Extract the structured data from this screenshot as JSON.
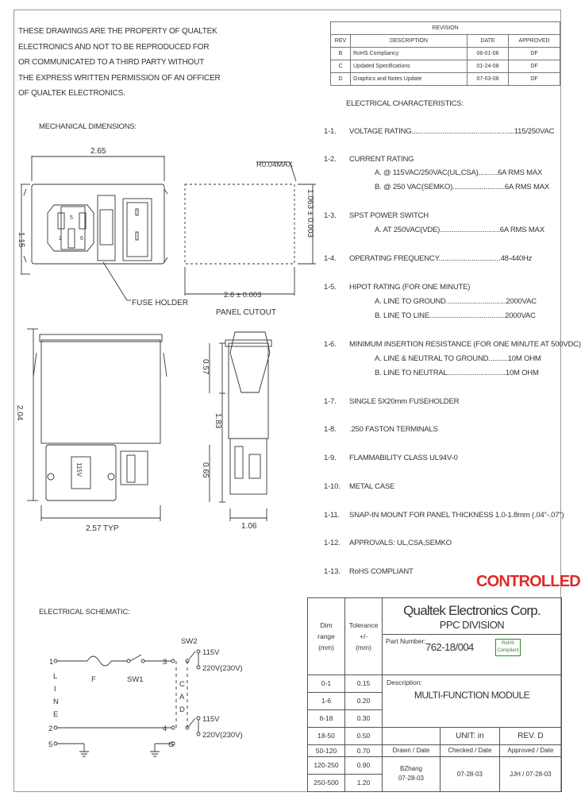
{
  "notice": [
    "THESE DRAWINGS ARE THE PROPERTY OF QUALTEK",
    "ELECTRONICS AND NOT TO BE REPRODUCED FOR",
    "OR COMMUNICATED TO A THIRD PARTY WITHOUT",
    "THE EXPRESS WRITTEN PERMISSION OF AN OFFICER",
    "OF QUALTEK ELECTRONICS."
  ],
  "revision": {
    "title": "REVISION",
    "headers": [
      "REV",
      "DESCRIPTION",
      "DATE",
      "APPROVED"
    ],
    "rows": [
      [
        "B",
        "RoHS Compliancy",
        "06-01-06",
        "DF"
      ],
      [
        "C",
        "Updated Specifications",
        "01-24-08",
        "DF"
      ],
      [
        "D",
        "Graphics and Notes Update",
        "07-03-08",
        "DF"
      ]
    ]
  },
  "mech_title": "MECHANICAL DIMENSIONS:",
  "dims": {
    "w265": "2.65",
    "h115": "1.15",
    "r004": "R0.04MAX",
    "h063": "1.063 ± 0.003",
    "w26": "2.6 ± 0.003",
    "panel_cutout": "PANEL CUTOUT",
    "fuse_holder": "FUSE HOLDER",
    "h204": "2.04",
    "w257": "2.57 TYP",
    "h057": "0.57",
    "h183": "1.83",
    "h065": "0.65",
    "w106": "1.06",
    "v115": "115V",
    "pin2": "2",
    "pin5": "5",
    "pin6": "6"
  },
  "elec_title": "ELECTRICAL CHARACTERISTICS:",
  "specs": [
    {
      "num": "1-1.",
      "lines": [
        "VOLTAGE RATING.....................................................115/250VAC"
      ]
    },
    {
      "num": "1-2.",
      "lines": [
        "CURRENT RATING",
        "A. @ 115VAC/250VAC(UL,CSA)..........6A RMS MAX",
        "B. @ 250 VAC(SEMKO)...........................6A RMS MAX"
      ]
    },
    {
      "num": "1-3.",
      "lines": [
        "SPST POWER SWITCH",
        "A. AT 250VAC(VDE)...............................6A RMS MAX"
      ]
    },
    {
      "num": "1-4.",
      "lines": [
        "OPERATING FREQUENCY................................48-440Hz"
      ]
    },
    {
      "num": "1-5.",
      "lines": [
        "HIPOT RATING (FOR ONE MINUTE)",
        "A. LINE TO GROUND...............................2000VAC",
        "B. LINE TO LINE.......................................2000VAC"
      ]
    },
    {
      "num": "1-6.",
      "lines": [
        "MINIMUM INSERTION RESISTANCE (FOR ONE MINUTE AT 500VDC)",
        "A. LINE & NEUTRAL TO GROUND..........10M OHM",
        "B. LINE TO NEUTRAL..............................10M OHM"
      ]
    },
    {
      "num": "1-7.",
      "lines": [
        "SINGLE 5X20mm FUSEHOLDER"
      ]
    },
    {
      "num": "1-8.",
      "lines": [
        ".250 FASTON TERMINALS"
      ]
    },
    {
      "num": "1-9.",
      "lines": [
        "FLAMMABILITY CLASS UL94V-0"
      ]
    },
    {
      "num": "1-10.",
      "lines": [
        "METAL CASE"
      ]
    },
    {
      "num": "1-11.",
      "lines": [
        "SNAP-IN MOUNT FOR PANEL THICKNESS 1.0-1.8mm (.04\"-.07\")"
      ]
    },
    {
      "num": "1-12.",
      "lines": [
        "APPROVALS: UL,CSA,SEMKO"
      ]
    },
    {
      "num": "1-13.",
      "lines": [
        "RoHS COMPLIANT"
      ]
    }
  ],
  "controlled": "CONTROLLED",
  "schematic": {
    "title": "ELECTRICAL SCHEMATIC:",
    "sw2": "SW2",
    "pin1": "1",
    "pin2": "2",
    "pin5": "5",
    "pin3": "3",
    "pin4": "4",
    "pinG": "G",
    "F": "F",
    "SW1": "SW1",
    "line": [
      "L",
      "I",
      "N",
      "E"
    ],
    "cad": [
      "C",
      "A",
      "D"
    ],
    "v115a": "115V",
    "v220a": "220V(230V)",
    "v115b": "115V",
    "v220b": "220V(230V)"
  },
  "title_block": {
    "dim_range_hdr": [
      "Dim",
      "range",
      "(mm)"
    ],
    "tol_hdr": [
      "Tolerance",
      "+/-",
      "(mm)"
    ],
    "tol_rows": [
      [
        "0-1",
        "0.15"
      ],
      [
        "1-6",
        "0.20"
      ],
      [
        "6-18",
        "0.30"
      ],
      [
        "18-50",
        "0.50"
      ],
      [
        "50-120",
        "0.70"
      ],
      [
        "120-250",
        "0.90"
      ],
      [
        "250-500",
        "1.20"
      ]
    ],
    "company": "Qualtek Electronics Corp.",
    "division": "PPC DIVISION",
    "part_label": "Part Number:",
    "part_number": "762-18/004",
    "rohs": [
      "RoHS",
      "Compliant"
    ],
    "desc_label": "Description:",
    "description": "MULTI-FUNCTION MODULE",
    "unit": "UNIT: in",
    "rev": "REV. D",
    "drawn_hdr": "Drawn / Date",
    "checked_hdr": "Checked / Date",
    "approved_hdr": "Approved / Date",
    "drawn": [
      "BZhang",
      "07-28-03"
    ],
    "checked": "07-28-03",
    "approved": "JJH / 07-28-03"
  }
}
